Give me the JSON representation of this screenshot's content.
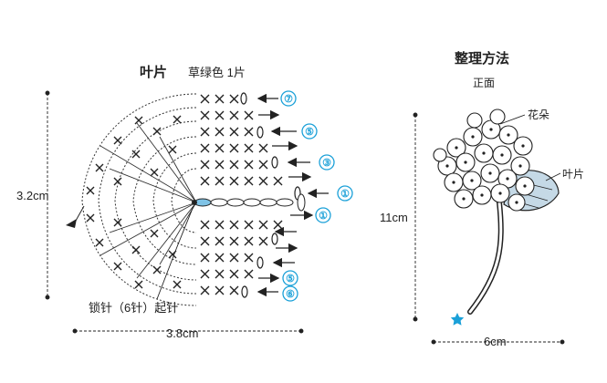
{
  "left": {
    "title": "叶片",
    "subtitle": "草绿色  1片",
    "height_label": "3.2cm",
    "width_label": "3.8cm",
    "chain_note": "锁针（6针）起针",
    "row_markers": [
      "⑦",
      "⑤",
      "③",
      "①",
      "①",
      "⑤",
      "⑥"
    ]
  },
  "right": {
    "title": "整理方法",
    "subtitle": "正面",
    "height_label": "11cm",
    "width_label": "6cm",
    "flower_label": "花朵",
    "leaf_label": "叶片"
  },
  "colors": {
    "accent": "#1aa0d8",
    "line": "#222222",
    "leaf": "#c5d9e6"
  }
}
